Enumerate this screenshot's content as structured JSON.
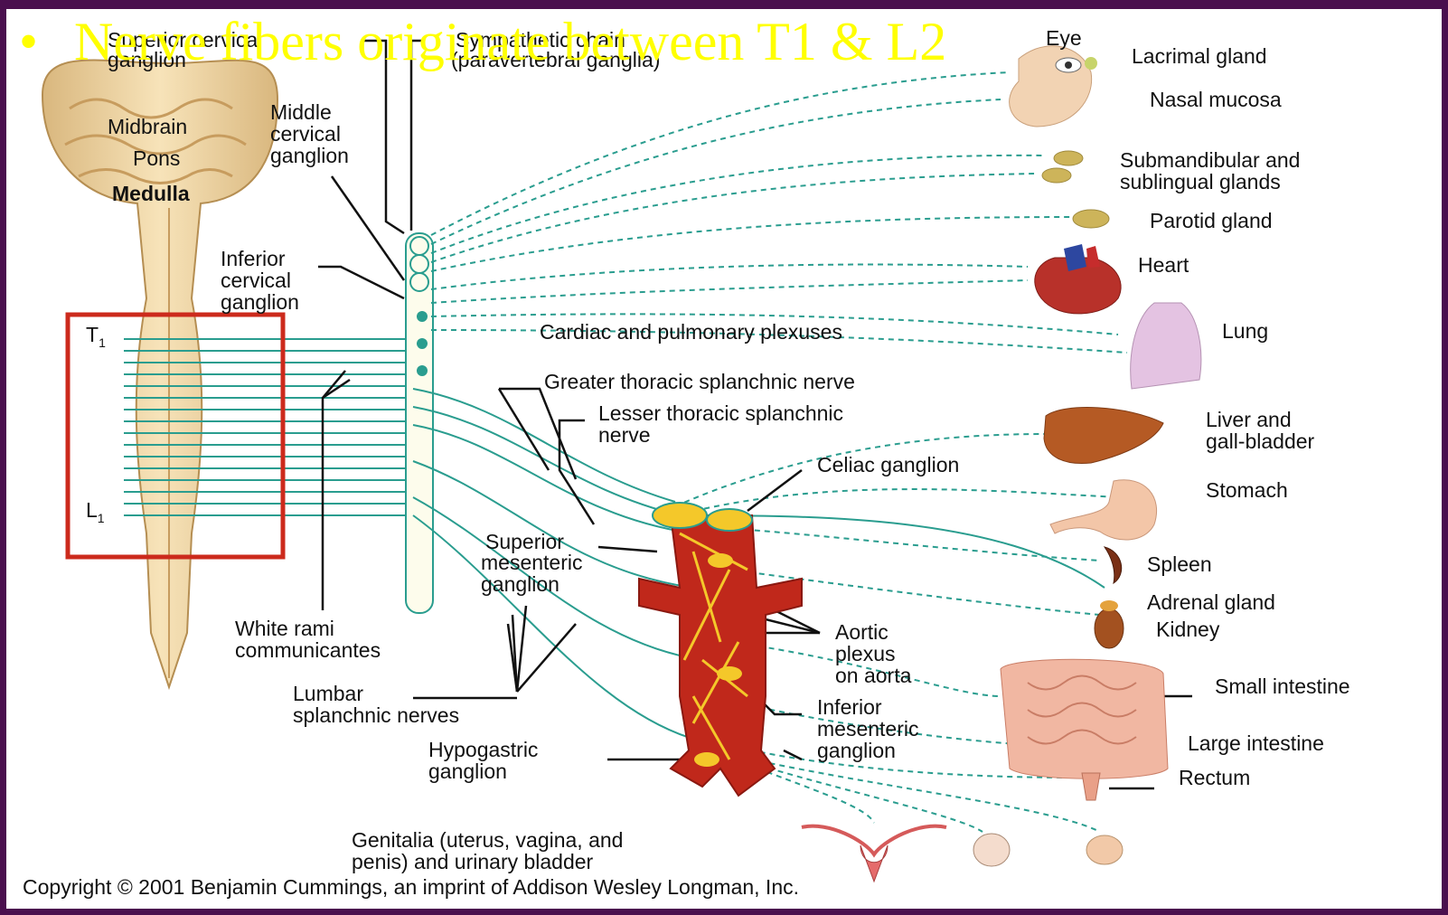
{
  "slide": {
    "bullet_glyph": "•",
    "bullet_text": "Nerve fibers originate between T1 & L2",
    "copyright": "Copyright © 2001 Benjamin Cummings, an imprint of Addison Wesley Longman, Inc."
  },
  "spine_labels": {
    "midbrain": "Midbrain",
    "pons": "Pons",
    "medulla": "Medulla",
    "t1": "T",
    "t1_sub": "1",
    "l1": "L",
    "l1_sub": "1"
  },
  "chain_labels": {
    "superior_cervical_1": "Superior cervical",
    "superior_cervical_2": "ganglion",
    "sympathetic_chain_1": "Sympathetic chain",
    "sympathetic_chain_2": "(paravertebral ganglia)",
    "middle_cervical_1": "Middle",
    "middle_cervical_2": "cervical",
    "middle_cervical_3": "ganglion",
    "inferior_cervical_1": "Inferior",
    "inferior_cervical_2": "cervical",
    "inferior_cervical_3": "ganglion",
    "white_rami_1": "White rami",
    "white_rami_2": "communicantes",
    "lumbar_1": "Lumbar",
    "lumbar_2": "splanchnic nerves",
    "hypogastric_1": "Hypogastric",
    "hypogastric_2": "ganglion"
  },
  "nerve_labels": {
    "cardiac_plexus": "Cardiac and pulmonary plexuses",
    "greater_splanchnic": "Greater thoracic splanchnic nerve",
    "lesser_splanchnic_1": "Lesser thoracic splanchnic",
    "lesser_splanchnic_2": "nerve",
    "celiac": "Celiac ganglion",
    "sup_mes_1": "Superior",
    "sup_mes_2": "mesenteric",
    "sup_mes_3": "ganglion",
    "aortic_1": "Aortic",
    "aortic_2": "plexus",
    "aortic_3": "on aorta",
    "inf_mes_1": "Inferior",
    "inf_mes_2": "mesenteric",
    "inf_mes_3": "ganglion",
    "genitalia_1": "Genitalia (uterus, vagina, and",
    "genitalia_2": "penis) and urinary bladder"
  },
  "organ_labels": {
    "eye": "Eye",
    "lacrimal": "Lacrimal gland",
    "nasal": "Nasal mucosa",
    "submandibular_1": "Submandibular and",
    "submandibular_2": "sublingual glands",
    "parotid": "Parotid gland",
    "heart": "Heart",
    "lung": "Lung",
    "liver_1": "Liver and",
    "liver_2": "gall-bladder",
    "stomach": "Stomach",
    "spleen": "Spleen",
    "adrenal": "Adrenal gland",
    "kidney": "Kidney",
    "small_int": "Small intestine",
    "large_int": "Large intestine",
    "rectum": "Rectum"
  },
  "colors": {
    "nerve": "#2a9d8f",
    "highlight_box": "#cc2a1c",
    "bullet_text": "#ffff00",
    "border": "#4a0f4e"
  }
}
